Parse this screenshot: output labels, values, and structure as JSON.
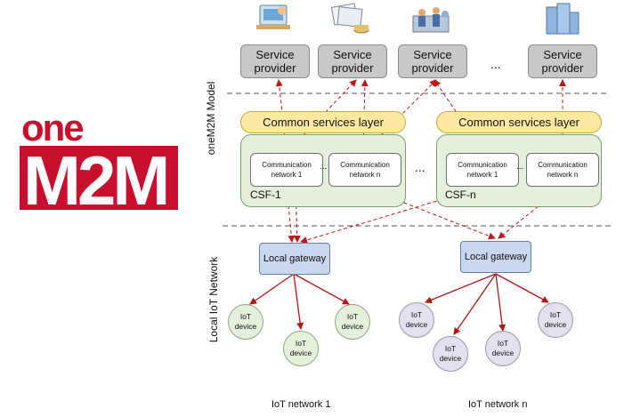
{
  "logo": {
    "line1": "one",
    "line2": "M2M",
    "color": "#c8102e"
  },
  "section_labels": {
    "top": "oneM2M Model",
    "bottom": "Local IoT Network"
  },
  "service_providers": [
    {
      "label": "Service\nprovider"
    },
    {
      "label": "Service\nprovider"
    },
    {
      "label": "Service\nprovider"
    },
    {
      "label": "Service\nprovider"
    }
  ],
  "sp_ellipsis": "...",
  "csf_blocks": [
    {
      "layer_label": "Common services layer",
      "name": "CSF-1",
      "networks": [
        "Communication\nnetwork 1",
        "Communication\nnetwork n"
      ],
      "inner_ellipsis": "..."
    },
    {
      "layer_label": "Common services layer",
      "name": "CSF-n",
      "networks": [
        "Communication\nnetwork 1",
        "Communication\nnetwork n"
      ],
      "inner_ellipsis": "..."
    }
  ],
  "csf_ellipsis": "...",
  "gateways": [
    {
      "label": "Local gateway"
    },
    {
      "label": "Local gateway"
    }
  ],
  "device_label": "IoT\ndevice",
  "network_labels": [
    "IoT network 1",
    "IoT network n"
  ],
  "colors": {
    "arrow": "#c0161a",
    "provider": "#c8c8c8",
    "layer": "#fde9a1",
    "csf": "#e4efdc",
    "gateway": "#c9d8ef",
    "device_green": "#e4efdc",
    "device_purple": "#e4e0ee"
  }
}
